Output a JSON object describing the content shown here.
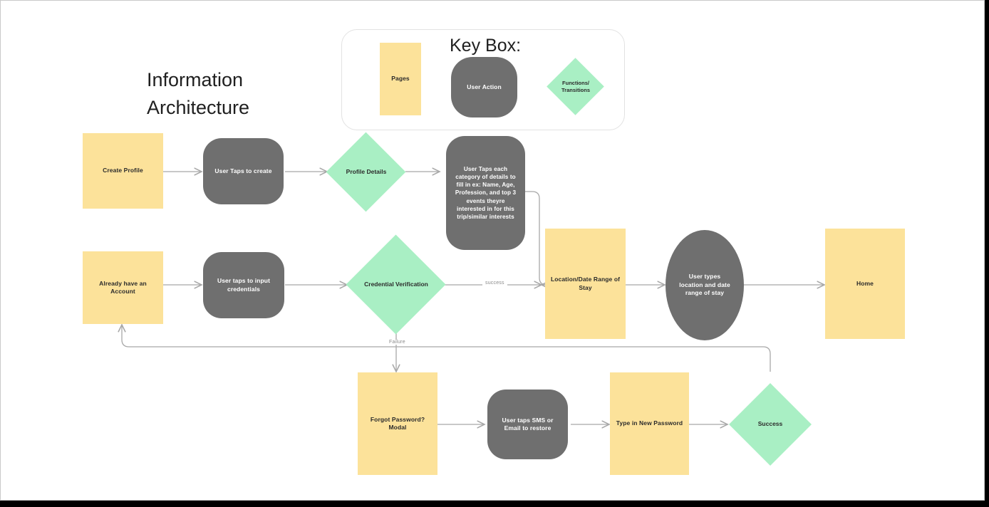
{
  "diagram": {
    "title_line1": "Information",
    "title_line2": "Architecture",
    "colors": {
      "page": "#fce29a",
      "action": "#6f6f6f",
      "function": "#a9efc4",
      "connector": "#a8a8a8",
      "board": "#ffffff",
      "board_border": "#c9c9c9",
      "keybox_border": "#e2e2e2",
      "text_dark": "#2b2b2b",
      "text_light": "#ffffff"
    }
  },
  "key_box": {
    "title": "Key Box:",
    "legend": [
      {
        "label": "Pages",
        "shape": "rectangle",
        "color": "#fce29a"
      },
      {
        "label": "User Action",
        "shape": "rounded-rectangle",
        "color": "#6f6f6f"
      },
      {
        "label": "Functions/ Transitions",
        "shape": "diamond",
        "color": "#a9efc4"
      }
    ]
  },
  "nodes": {
    "create_profile": "Create Profile",
    "user_taps_to_create": "User Taps to create",
    "profile_details": "Profile Details",
    "detail_entry": "User Taps each category of details to fill in ex: Name, Age, Profession, and top 3 events theyre interested in for this trip/similar interests",
    "already_have_account": "Already have an Account",
    "user_taps_input_credentials": "User taps to input credentials",
    "credential_verification": "Credential Verification",
    "location_date_range": "Location/Date Range of Stay",
    "user_types_location": "User types location and date range of stay",
    "home": "Home",
    "forgot_password_modal": "Forgot Password? Modal",
    "user_taps_sms_email": "User taps SMS or Email to restore",
    "type_new_password": "Type in New Password",
    "success_node": "Success"
  },
  "edge_labels": {
    "success": "success",
    "failure": "Failure"
  }
}
